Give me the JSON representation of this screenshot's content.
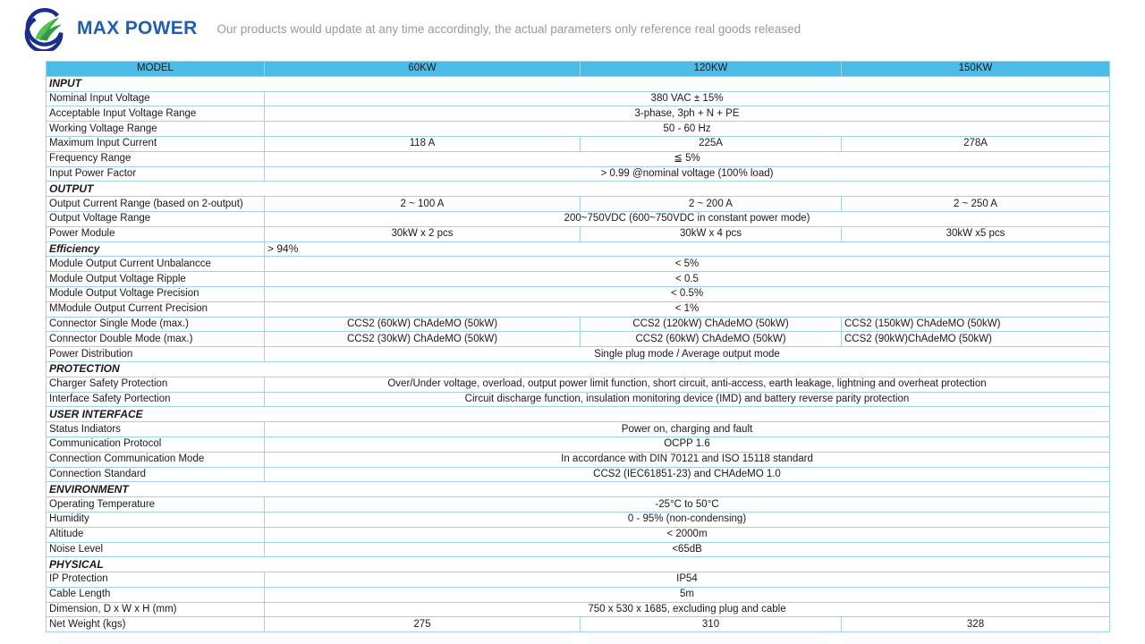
{
  "header": {
    "logo_icon": "maxpower-leaf-circle-logo",
    "brand": "MAX POWER",
    "tagline": "Our products would update at any time accordingly, the actual parameters only reference real goods released",
    "brand_color": "#1F5FAE",
    "tagline_color": "#9a9a9a"
  },
  "table": {
    "header_bg": "#4BBCE8",
    "border_color": "#9ED2E8",
    "columns": [
      "MODEL",
      "60KW",
      "120KW",
      "150KW"
    ],
    "rows": [
      {
        "type": "section",
        "label": "INPUT"
      },
      {
        "type": "span3",
        "label": "Nominal Input Voltage",
        "value": "380 VAC  ± 15%"
      },
      {
        "type": "span3",
        "label": "Acceptable Input Voltage Range",
        "value": "3-phase, 3ph + N + PE"
      },
      {
        "type": "span3",
        "label": "Working Voltage Range",
        "value": "50 - 60 Hz"
      },
      {
        "type": "cols",
        "label": "Maximum Input Current",
        "values": [
          "118 A",
          "225A",
          "278A"
        ]
      },
      {
        "type": "span3",
        "label": "Frequency Range",
        "value": "≦ 5%"
      },
      {
        "type": "span3",
        "label": "Input Power Factor",
        "value": "> 0.99 @nominal voltage (100% load)"
      },
      {
        "type": "section",
        "label": "OUTPUT"
      },
      {
        "type": "cols",
        "label": "Output Current Range (based on 2-output)",
        "values": [
          "2 ~ 100 A",
          "2 ~ 200 A",
          "2 ~ 250 A"
        ]
      },
      {
        "type": "span3",
        "label": "Output Voltage Range",
        "value": "200~750VDC (600~750VDC in constant power mode)"
      },
      {
        "type": "cols",
        "label": "Power Module",
        "values": [
          "30kW x 2 pcs",
          "30kW x 4 pcs",
          "30kW x5 pcs"
        ]
      },
      {
        "type": "section-val",
        "label": "Efficiency",
        "value": "> 94%"
      },
      {
        "type": "span3",
        "label": "Module Output Current Unbalancce",
        "value": "< 5%"
      },
      {
        "type": "span3",
        "label": "Module Output Voltage Ripple",
        "value": "< 0.5"
      },
      {
        "type": "span3",
        "label": "Module Output Voltage Precision",
        "value": "< 0.5%"
      },
      {
        "type": "span3",
        "label": "MModule  Output Current Precision",
        "value": "< 1%"
      },
      {
        "type": "cols",
        "label": "Connector Single Mode (max.)",
        "values": [
          "CCS2 (60kW) ChAdeMO  (50kW)",
          "CCS2 (120kW) ChAdeMO  (50kW)",
          "CCS2 (150kW) ChAdeMO  (50kW)"
        ],
        "align3": "left"
      },
      {
        "type": "cols",
        "label": "Connector Double Mode (max.)",
        "values": [
          "CCS2 (30kW) ChAdeMO  (50kW)",
          "CCS2 (60kW) ChAdeMO  (50kW)",
          "CCS2 (90kW)ChAdeMO  (50kW)"
        ],
        "align3": "left"
      },
      {
        "type": "span3",
        "label": "Power Distribution",
        "value": "Single plug mode / Average  output mode"
      },
      {
        "type": "section",
        "label": "PROTECTION"
      },
      {
        "type": "span3",
        "label": "Charger Safety Protection",
        "value": "Over/Under voltage,  overload, output power limit function, short circuit, anti-access, earth leakage, lightning and overheat protection"
      },
      {
        "type": "span3",
        "label": "Interface Safety Portection",
        "value": "Circuit discharge function, insulation monitoring device (IMD) and battery reverse parity protection"
      },
      {
        "type": "section",
        "label": "USER INTERFACE"
      },
      {
        "type": "span3",
        "label": "Status Indiators",
        "value": "Power on, charging and fault"
      },
      {
        "type": "span3",
        "label": "Communication Protocol",
        "value": "OCPP 1.6"
      },
      {
        "type": "span3",
        "label": "Connection Communication Mode",
        "value": "In accordance with DIN 70121 and ISO 15118 standard"
      },
      {
        "type": "span3",
        "label": "Connection Standard",
        "value": "CCS2 (IEC61851-23) and CHAdeMO  1.0"
      },
      {
        "type": "section",
        "label": "ENVIRONMENT"
      },
      {
        "type": "span3",
        "label": "Operating Temperature",
        "value": "-25°C to 50°C"
      },
      {
        "type": "span3",
        "label": "Humidity",
        "value": "0 - 95% (non-condensing)"
      },
      {
        "type": "span3",
        "label": "Altitude",
        "value": "< 2000m"
      },
      {
        "type": "span3",
        "label": "Noise Level",
        "value": "<65dB"
      },
      {
        "type": "section",
        "label": "PHYSICAL"
      },
      {
        "type": "span3",
        "label": "IP Protection",
        "value": "IP54"
      },
      {
        "type": "span3",
        "label": "Cable Length",
        "value": "5m"
      },
      {
        "type": "span3",
        "label": "Dimension, D x W x H (mm)",
        "value": "750 x  530 x  1685, excluding plug and cable"
      },
      {
        "type": "cols",
        "label": "Net Weight (kgs)",
        "values": [
          "275",
          "310",
          "328"
        ]
      }
    ]
  }
}
